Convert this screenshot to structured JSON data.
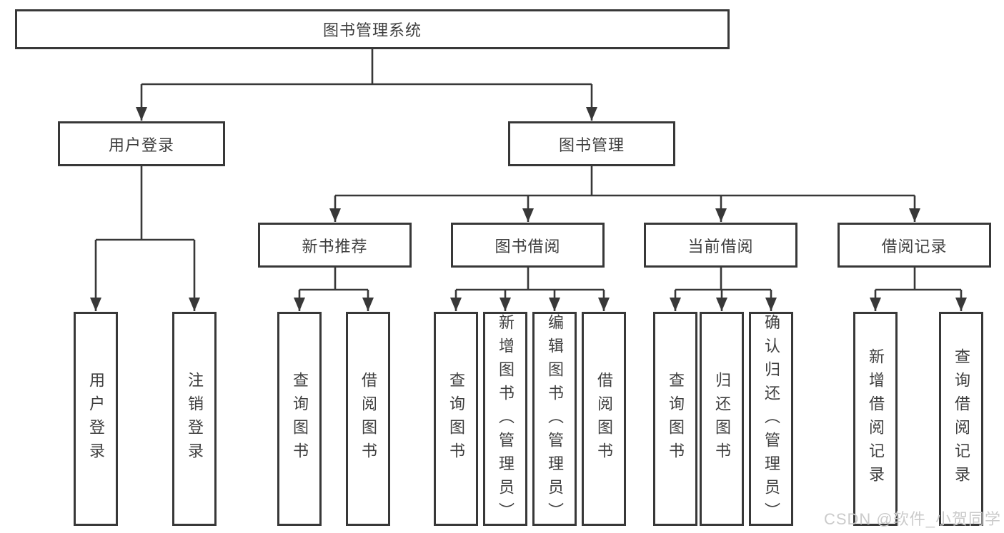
{
  "diagram": {
    "root": {
      "label": "图书管理系统"
    },
    "branches": [
      {
        "label": "用户登录",
        "children": [
          {
            "label": "用户登录"
          },
          {
            "label": "注销登录"
          }
        ]
      },
      {
        "label": "图书管理",
        "sections": [
          {
            "label": "新书推荐",
            "children": [
              {
                "label": "查询图书"
              },
              {
                "label": "借阅图书"
              }
            ]
          },
          {
            "label": "图书借阅",
            "children": [
              {
                "label": "查询图书"
              },
              {
                "label": "新增图书（管理员）"
              },
              {
                "label": "编辑图书（管理员）"
              },
              {
                "label": "借阅图书"
              }
            ]
          },
          {
            "label": "当前借阅",
            "children": [
              {
                "label": "查询图书"
              },
              {
                "label": "归还图书"
              },
              {
                "label": "确认归还（管理员）"
              }
            ]
          },
          {
            "label": "借阅记录",
            "children": [
              {
                "label": "新增借阅记录"
              },
              {
                "label": "查询借阅记录"
              }
            ]
          }
        ]
      }
    ]
  },
  "watermark": {
    "text": "CSDN @软件_小贺同学"
  },
  "colors": {
    "line": "#383838",
    "text": "#3f3f3f",
    "watermark": "#cbcbcb",
    "background": "#ffffff"
  }
}
